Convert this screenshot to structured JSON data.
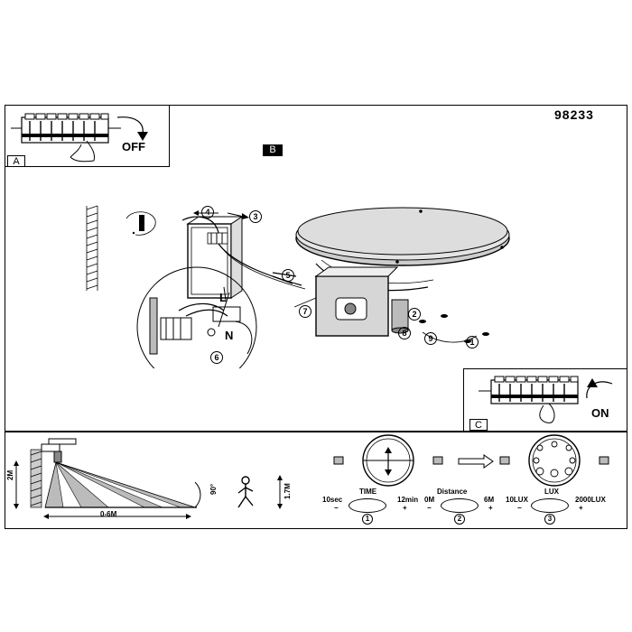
{
  "product_code": "98233",
  "panels": {
    "a": {
      "tag": "A",
      "action": "OFF"
    },
    "b": {
      "tag": "B"
    },
    "c": {
      "tag": "C",
      "action": "ON"
    }
  },
  "terminals": {
    "live": "L",
    "neutral": "N"
  },
  "steps": [
    "1",
    "2",
    "3",
    "4",
    "5",
    "6",
    "7",
    "8",
    "9"
  ],
  "sensor": {
    "height_label": "2M",
    "range_label": "0-6M",
    "person_height_label": "1.7M",
    "angle_label": "90°"
  },
  "controls": [
    {
      "name": "TIME",
      "min": "10sec",
      "max": "12min",
      "number": "1"
    },
    {
      "name": "Distance",
      "min": "0M",
      "max": "6M",
      "number": "2"
    },
    {
      "name": "LUX",
      "min": "10LUX",
      "max": "2000LUX",
      "number": "3"
    }
  ],
  "dial_signs": {
    "minus": "−",
    "plus": "+"
  }
}
